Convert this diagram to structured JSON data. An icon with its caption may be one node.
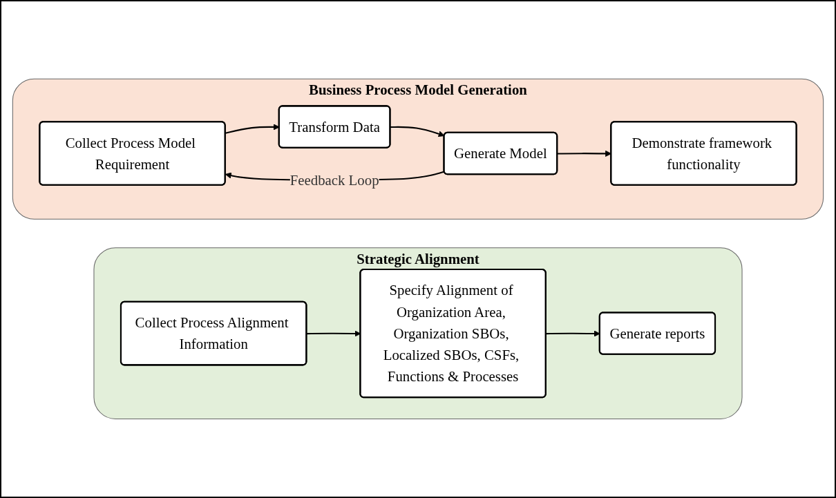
{
  "diagram": {
    "nodes": [
      {
        "text": [
          "Business Process Model Generation"
        ]
      },
      {
        "text": [
          "Collect Process Model Requirement"
        ],
        "in": 0
      },
      {
        "text": [
          "Transform Data"
        ],
        "in": 0
      },
      {
        "text": [
          "Generate Model"
        ],
        "in": 0
      },
      {
        "text": [
          "Demonstrate framework functionality"
        ],
        "in": 0
      },
      {
        "text": [
          "Strategic Alignment"
        ]
      },
      {
        "text": [
          "Collect Process Alignment Information"
        ],
        "in": 5
      },
      {
        "text": [
          "Specify Alignment of Organization Area, Organization SBOs, Localized SBOs, CSFs, Functions & Processes"
        ],
        "in": 5
      },
      {
        "text": [
          "Generate reports"
        ],
        "in": 5
      }
    ],
    "edges": [
      {
        "from": 1,
        "to": 2,
        "arrow": "to"
      },
      {
        "from": 2,
        "to": 3,
        "arrow": "to"
      },
      {
        "from": 3,
        "to": 4,
        "arrow": "to"
      },
      {
        "from": 3,
        "to": 1,
        "arrow": "to",
        "label": "Feedback Loop"
      },
      {
        "from": 6,
        "to": 7,
        "arrow": "to"
      },
      {
        "from": 7,
        "to": 8,
        "arrow": "to"
      }
    ]
  }
}
